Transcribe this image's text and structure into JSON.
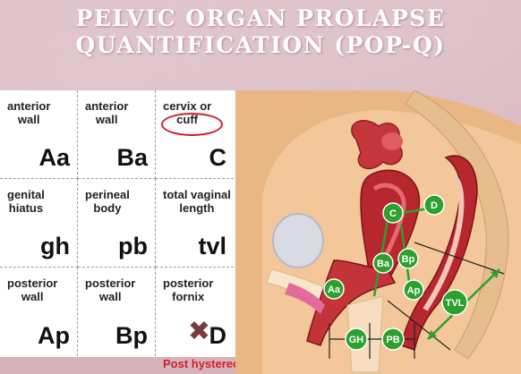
{
  "title": {
    "line1": "PELVIC ORGAN PROLAPSE",
    "line2": "QUANTIFICATION (POP-Q)"
  },
  "grid": {
    "cells": [
      {
        "label": "anterior\nwall",
        "code": "Aa"
      },
      {
        "label": "anterior\nwall",
        "code": "Ba"
      },
      {
        "label": "cervix or\ncuff",
        "code": "C"
      },
      {
        "label": "genital\nhiatus",
        "code": "gh"
      },
      {
        "label": "perineal\nbody",
        "code": "pb"
      },
      {
        "label": "total vaginal\nlength",
        "code": "tvl"
      },
      {
        "label": "posterior\nwall",
        "code": "Ap"
      },
      {
        "label": "posterior\nwall",
        "code": "Bp"
      },
      {
        "label": "posterior\nfornix",
        "code": "D"
      }
    ],
    "footnote": "Post hysterectomy"
  },
  "anatomy": {
    "points": [
      "Aa",
      "Ba",
      "C",
      "D",
      "Bp",
      "Ap"
    ],
    "measures": [
      "GH",
      "PB",
      "TVL"
    ]
  },
  "colors": {
    "accent": "#d21f26",
    "point_green": "#2da02d",
    "background": "#d9b8c0"
  }
}
